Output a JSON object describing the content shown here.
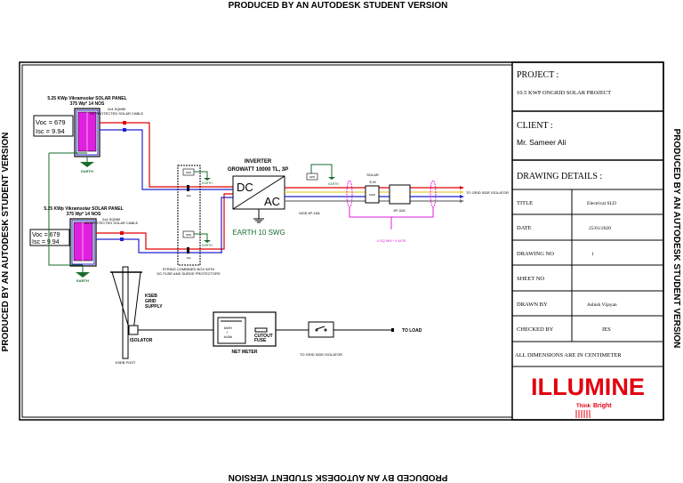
{
  "watermark": "PRODUCED BY AN AUTODESK STUDENT VERSION",
  "title_block": {
    "project_label": "PROJECT :",
    "project_value": "10.5 KWP ONGRID SOLAR PROJECT",
    "client_label": "CLIENT :",
    "client_value": "Mr. Sameer Ali",
    "details_label": "DRAWING DETAILS :",
    "rows": [
      {
        "label": "TITLE",
        "value": "Electrical SLD"
      },
      {
        "label": "DATE",
        "value": "25/01/2020"
      },
      {
        "label": "DRAWING NO",
        "value": "1"
      },
      {
        "label": "SHEET NO",
        "value": ""
      },
      {
        "label": "DRAWN BY",
        "value": "Ashish Vijayan"
      },
      {
        "label": "CHECKED BY",
        "value": "IES"
      }
    ],
    "dimensions_note": "ALL DIMENSIONS ARE IN CENTIMETER",
    "logo": {
      "name": "ILLUMINE",
      "tagline_1": "Think",
      "tagline_2": "Bright",
      "color": "#e3000f"
    }
  },
  "diagram": {
    "panel_1": {
      "title": "5.25 KWp Vikramsolar SOLAR PANEL",
      "subtitle": "375 Wp* 14 NOS",
      "voc": "Voc = 679",
      "isc": "Isc  = 9.94",
      "cable": "2x4 SQMM",
      "cable_desc": "UV PROTECTED SOLAR CABLE"
    },
    "panel_2": {
      "title": "5.25 KWp Vikramsolar SOLAR PANEL",
      "subtitle": "375 Wp* 14 NOS",
      "voc": "Voc = 679",
      "isc": "Isc  = 9.94",
      "cable": "2x4 SQMM",
      "cable_desc": "UV PROTECTED SOLAR CABLE"
    },
    "earth": "EARTH",
    "spd": "SPD",
    "fuse_rating": "10A",
    "combiner_caption_1": "STRING COMBINED BOX WITH",
    "combiner_caption_2": "DC FUSE AND SURGE PROTECTORS",
    "inverter_title": "INVERTER",
    "inverter_model": "GROWATT 10000 TL, 3P",
    "inverter_dc": "DC",
    "inverter_ac": "AC",
    "inverter_earth": "EARTH 10 SWG",
    "mcb": "MCB 4P-16A",
    "solar_em_1": "SOLAR",
    "solar_em_2": "E.M",
    "meter_box": "KWH",
    "isolator_4p": "4P-32A",
    "ac_cable": "4 SQ MM * 4 NOS",
    "to_grid_isolator": "TO GRID SIDE ISOLATOR",
    "kseb_supply_1": "KSEB",
    "kseb_supply_2": "GRID",
    "kseb_supply_3": "SUPPLY",
    "isolator": "ISOLATOR",
    "kseb_post": "KSEB POST",
    "net_meter": "NET METER",
    "net_meter_kwh": "kWH",
    "net_meter_plus": "+",
    "net_meter_kvah": "kVAh",
    "cutout_1": "CUTOUT",
    "cutout_2": "FUSE",
    "to_load": "TO LOAD",
    "to_grid_isolator_2": "TO GRID SIDE ISOLATOR"
  },
  "colors": {
    "dc_positive": "#e00000",
    "dc_negative": "#2020d0",
    "earth": "#1a6b2e",
    "panel": "#e020e0",
    "phase_y": "#e8d040",
    "neutral": "#707070"
  }
}
